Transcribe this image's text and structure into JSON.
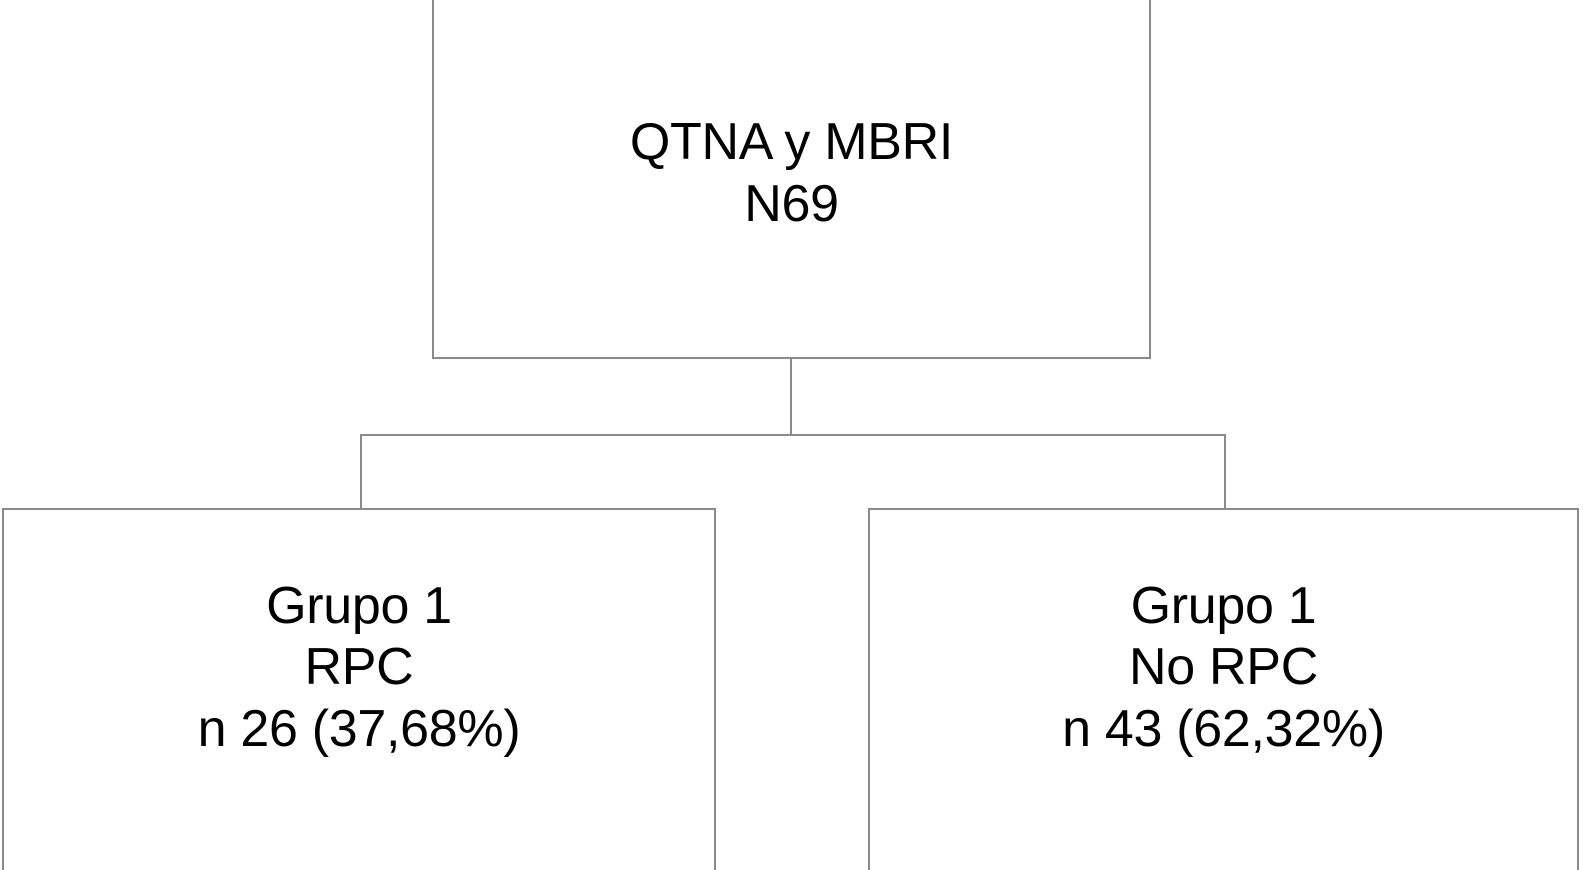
{
  "figure": {
    "type": "flowchart",
    "orientation": "top-down",
    "language": "es",
    "background_color": "#ffffff",
    "border_color": "#8a8a8a",
    "text_color": "#000000"
  },
  "nodes": {
    "root": {
      "id": "root",
      "lines": [
        "QTNA y MBRI",
        "N69"
      ],
      "line1": "QTNA y MBRI",
      "line2": "N69",
      "total_n": 69
    },
    "left": {
      "id": "grupo-1-rpc",
      "lines": [
        "Grupo 1",
        "RPC",
        "n 26 (37,68%)"
      ],
      "line1": "Grupo 1",
      "line2": "RPC",
      "line3": "n 26 (37,68%)",
      "count": 26,
      "percent": "37,68%"
    },
    "right": {
      "id": "grupo-1-no-rpc",
      "lines": [
        "Grupo 1",
        "No RPC",
        "n 43 (62,32%)"
      ],
      "line1": "Grupo 1",
      "line2": "No RPC",
      "line3": "n 43 (62,32%)",
      "count": 43,
      "percent": "62,32%"
    }
  },
  "edges": [
    {
      "from": "root",
      "to": "grupo-1-rpc",
      "style": "elbow"
    },
    {
      "from": "root",
      "to": "grupo-1-no-rpc",
      "style": "elbow"
    }
  ]
}
